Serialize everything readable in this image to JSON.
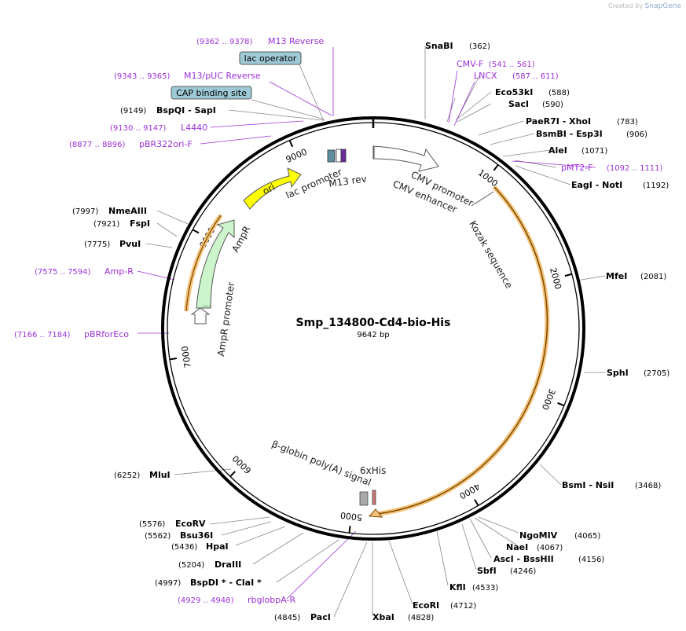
{
  "credit": {
    "prefix": "Created by",
    "brand": "SnapGene"
  },
  "plasmid": {
    "name": "Smp_134800-Cd4-bio-His",
    "length": 9642,
    "size_label": "9642 bp"
  },
  "ticks": [
    "1000",
    "2000",
    "3000",
    "4000",
    "5000",
    "6000",
    "7000",
    "8000",
    "9000"
  ],
  "colors": {
    "primer": "#9b30d9",
    "backbone": "#000000",
    "cds_orange": "#f5c27a",
    "ori_yellow": "#ffff00",
    "ampr_green": "#ccf5cc",
    "reg_blue": "#9ec9d6"
  },
  "features": [
    {
      "name": "CMV enhancer",
      "kind": "arrow"
    },
    {
      "name": "CMV promoter",
      "kind": "arrow"
    },
    {
      "name": "Kozak sequence",
      "kind": "label"
    },
    {
      "name": "6xHis",
      "kind": "label"
    },
    {
      "name": "β-globin poly(A) signal",
      "kind": "label"
    },
    {
      "name": "AmpR",
      "kind": "arrow"
    },
    {
      "name": "AmpR promoter",
      "kind": "arrow"
    },
    {
      "name": "ori",
      "kind": "arrow"
    },
    {
      "name": "lac promoter",
      "kind": "arrow"
    },
    {
      "name": "M13 rev",
      "kind": "arrow"
    }
  ],
  "boxed_labels": [
    "lac operator",
    "CAP binding site"
  ],
  "primers": [
    {
      "name": "M13 Reverse",
      "range": "(9362 .. 9378)"
    },
    {
      "name": "M13/pUC Reverse",
      "range": "(9343 .. 9365)"
    },
    {
      "name": "L4440",
      "range": "(9130 .. 9147)"
    },
    {
      "name": "pBR322ori-F",
      "range": "(8877 .. 8896)"
    },
    {
      "name": "Amp-R",
      "range": "(7575 .. 7594)"
    },
    {
      "name": "pBRforEco",
      "range": "(7166 .. 7184)"
    },
    {
      "name": "rbglobpA-R",
      "range": "(4929 .. 4948)"
    },
    {
      "name": "CMV-F",
      "range": "(541 .. 561)"
    },
    {
      "name": "LNCX",
      "range": "(587 .. 611)"
    },
    {
      "name": "pMT2-F",
      "range": "(1092 .. 1111)"
    }
  ],
  "sites": [
    {
      "name": "SnaBI",
      "pos": "(362)"
    },
    {
      "name": "Eco53kI",
      "pos": "(588)"
    },
    {
      "name": "SacI",
      "pos": "(590)"
    },
    {
      "name": "PaeR7I - XhoI",
      "pos": "(783)"
    },
    {
      "name": "BsmBI - Esp3I",
      "pos": "(906)"
    },
    {
      "name": "AleI",
      "pos": "(1071)"
    },
    {
      "name": "EagI - NotI",
      "pos": "(1192)"
    },
    {
      "name": "MfeI",
      "pos": "(2081)"
    },
    {
      "name": "SphI",
      "pos": "(2705)"
    },
    {
      "name": "BsmI - NsiI",
      "pos": "(3468)"
    },
    {
      "name": "NgoMIV",
      "pos": "(4065)"
    },
    {
      "name": "NaeI",
      "pos": "(4067)"
    },
    {
      "name": "AscI - BssHII",
      "pos": "(4156)"
    },
    {
      "name": "SbfI",
      "pos": "(4246)"
    },
    {
      "name": "KflI",
      "pos": "(4533)"
    },
    {
      "name": "EcoRI",
      "pos": "(4712)"
    },
    {
      "name": "XbaI",
      "pos": "(4828)"
    },
    {
      "name": "PacI",
      "pos": "(4845)"
    },
    {
      "name": "BspDI * - ClaI *",
      "pos": "(4997)"
    },
    {
      "name": "DraIII",
      "pos": "(5204)"
    },
    {
      "name": "HpaI",
      "pos": "(5436)"
    },
    {
      "name": "Bsu36I",
      "pos": "(5562)"
    },
    {
      "name": "EcoRV",
      "pos": "(5576)"
    },
    {
      "name": "MluI",
      "pos": "(6252)"
    },
    {
      "name": "PvuI",
      "pos": "(7775)"
    },
    {
      "name": "FspI",
      "pos": "(7921)"
    },
    {
      "name": "NmeAIII",
      "pos": "(7997)"
    },
    {
      "name": "BspQI - SapI",
      "pos": "(9149)"
    }
  ]
}
